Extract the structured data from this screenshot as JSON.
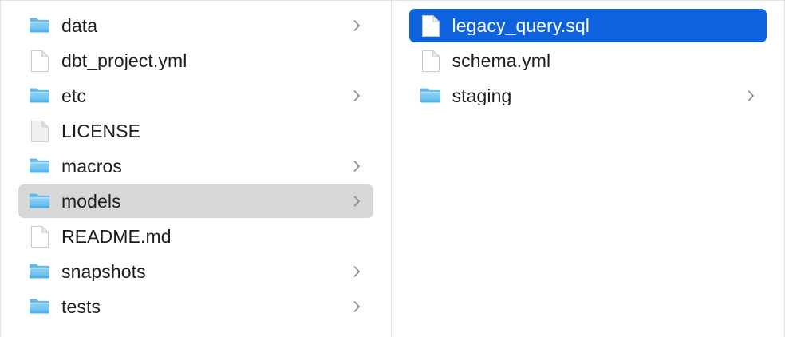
{
  "window": {
    "view_mode": "column",
    "accent_color": "#0f62dd",
    "inactive_selection_color": "#d7d7d7",
    "text_color": "#1d1d1f",
    "folder_icon_color": "#6ec2f0",
    "divider_color": "#e0e0e0"
  },
  "columns": [
    {
      "name": "parent-column",
      "items": [
        {
          "label": "data",
          "icon": "folder-icon",
          "kind": "folder",
          "has_chevron": true,
          "selected": false,
          "selection_state": "none"
        },
        {
          "label": "dbt_project.yml",
          "icon": "document-icon",
          "kind": "file",
          "has_chevron": false,
          "selected": false,
          "selection_state": "none"
        },
        {
          "label": "etc",
          "icon": "folder-icon",
          "kind": "folder",
          "has_chevron": true,
          "selected": false,
          "selection_state": "none"
        },
        {
          "label": "LICENSE",
          "icon": "plain-document-icon",
          "kind": "file",
          "has_chevron": false,
          "selected": false,
          "selection_state": "none"
        },
        {
          "label": "macros",
          "icon": "folder-icon",
          "kind": "folder",
          "has_chevron": true,
          "selected": false,
          "selection_state": "none"
        },
        {
          "label": "models",
          "icon": "folder-icon",
          "kind": "folder",
          "has_chevron": true,
          "selected": true,
          "selection_state": "inactive"
        },
        {
          "label": "README.md",
          "icon": "document-icon",
          "kind": "file",
          "has_chevron": false,
          "selected": false,
          "selection_state": "none"
        },
        {
          "label": "snapshots",
          "icon": "folder-icon",
          "kind": "folder",
          "has_chevron": true,
          "selected": false,
          "selection_state": "none"
        },
        {
          "label": "tests",
          "icon": "folder-icon",
          "kind": "folder",
          "has_chevron": true,
          "selected": false,
          "selection_state": "none"
        }
      ]
    },
    {
      "name": "child-column",
      "items": [
        {
          "label": "legacy_query.sql",
          "icon": "document-icon",
          "kind": "file",
          "has_chevron": false,
          "selected": true,
          "selection_state": "active"
        },
        {
          "label": "schema.yml",
          "icon": "document-icon",
          "kind": "file",
          "has_chevron": false,
          "selected": false,
          "selection_state": "none"
        },
        {
          "label": "staging",
          "icon": "folder-icon",
          "kind": "folder",
          "has_chevron": true,
          "selected": false,
          "selection_state": "none"
        }
      ]
    }
  ]
}
